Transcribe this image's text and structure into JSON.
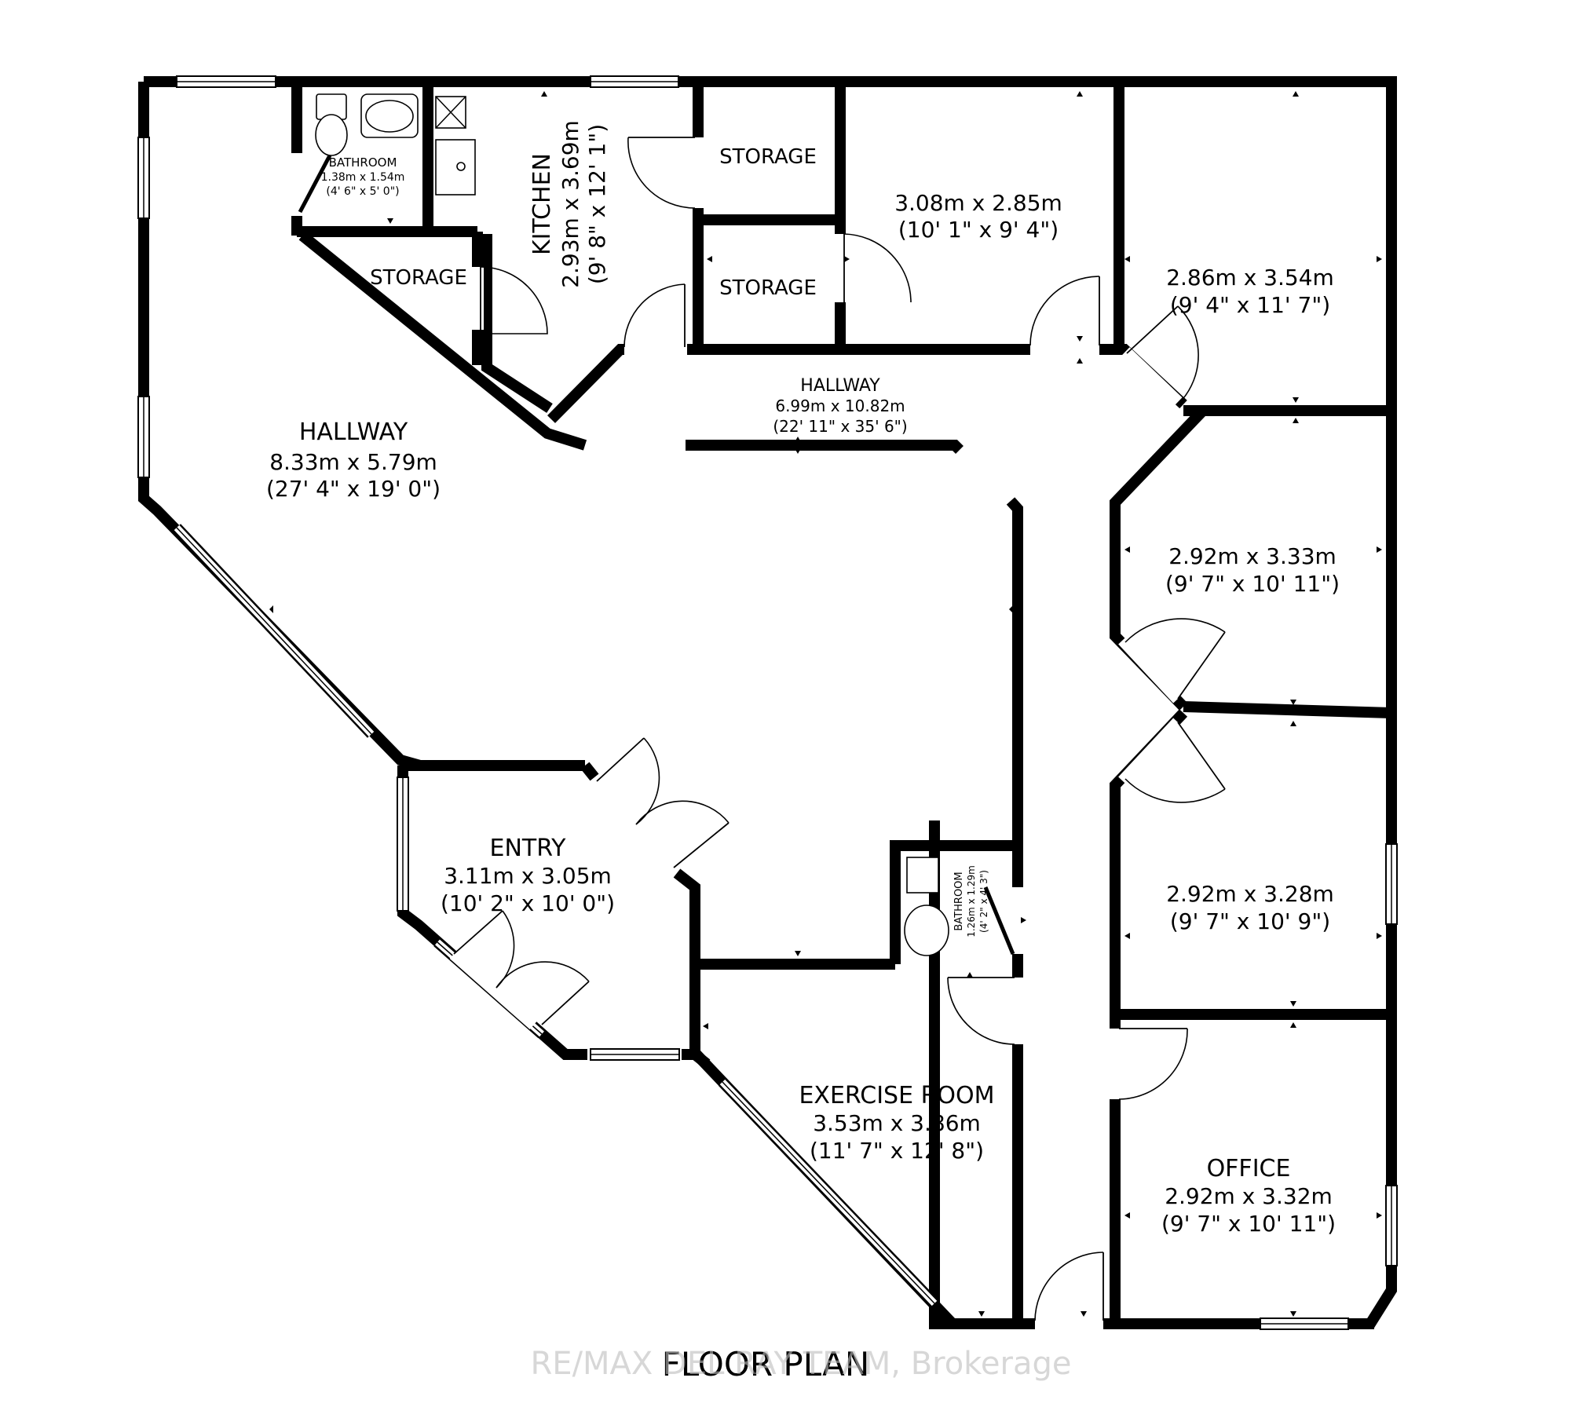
{
  "plan": {
    "title": "FLOOR PLAN",
    "watermark": "RE/MAX DEL RAY TEAM, Brokerage"
  },
  "rooms": {
    "bathroom_1": {
      "name": "BATHROOM",
      "dim_m": "1.38m x 1.54m",
      "dim_ft": "(4' 6\" x 5' 0\")"
    },
    "kitchen": {
      "name": "KITCHEN",
      "dim_m": "2.93m x 3.69m",
      "dim_ft": "(9' 8\" x 12' 1\")"
    },
    "storage_1": {
      "name": "STORAGE"
    },
    "storage_2": {
      "name": "STORAGE"
    },
    "storage_3": {
      "name": "STORAGE"
    },
    "room_a": {
      "dim_m": "3.08m x 2.85m",
      "dim_ft": "(10' 1\" x 9' 4\")"
    },
    "room_b": {
      "dim_m": "2.86m x 3.54m",
      "dim_ft": "(9' 4\" x 11' 7\")"
    },
    "hallway_main": {
      "name": "HALLWAY",
      "dim_m": "8.33m x 5.79m",
      "dim_ft": "(27' 4\" x 19' 0\")"
    },
    "hallway_2": {
      "name": "HALLWAY",
      "dim_m": "6.99m x 10.82m",
      "dim_ft": "(22' 11\" x 35' 6\")"
    },
    "room_c": {
      "dim_m": "2.92m x 3.33m",
      "dim_ft": "(9' 7\" x 10' 11\")"
    },
    "room_d": {
      "dim_m": "2.92m x 3.28m",
      "dim_ft": "(9' 7\" x 10' 9\")"
    },
    "entry": {
      "name": "ENTRY",
      "dim_m": "3.11m x 3.05m",
      "dim_ft": "(10' 2\" x 10' 0\")"
    },
    "bathroom_2": {
      "name": "BATHROOM",
      "dim_m": "1.26m x 1.29m",
      "dim_ft": "(4' 2\" x 4' 3\")"
    },
    "exercise_room": {
      "name": "EXERCISE ROOM",
      "dim_m": "3.53m x 3.86m",
      "dim_ft": "(11' 7\" x 12' 8\")"
    },
    "office": {
      "name": "OFFICE",
      "dim_m": "2.92m x 3.32m",
      "dim_ft": "(9' 7\" x 10' 11\")"
    }
  }
}
